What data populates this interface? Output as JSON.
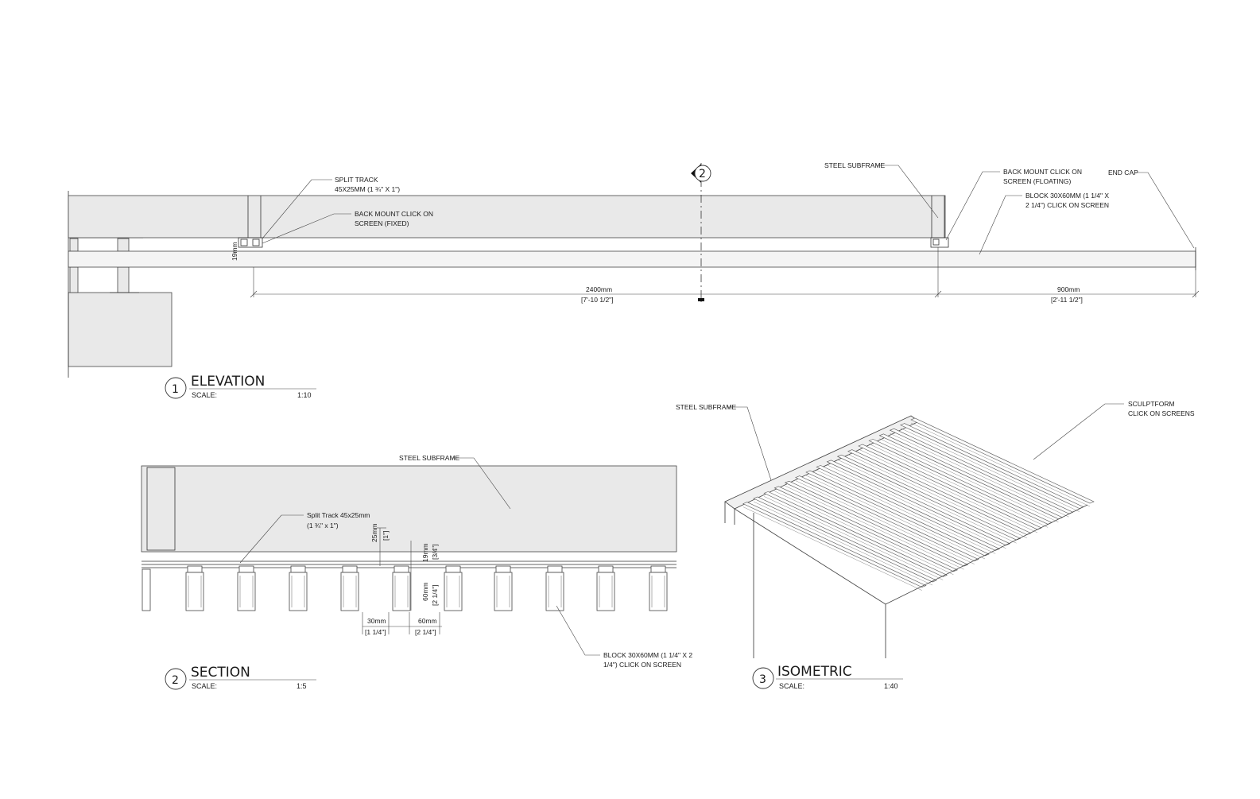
{
  "elevation": {
    "number": "1",
    "title": "ELEVATION",
    "scale_label": "SCALE:",
    "scale_value": "1:10",
    "notes": {
      "split_track_1": "SPLIT TRACK",
      "split_track_2": "45X25MM (1 ¾\" X 1\")",
      "back_mount_fixed_1": "BACK MOUNT CLICK ON",
      "back_mount_fixed_2": "SCREEN  (FIXED)",
      "steel_subframe": "STEEL SUBFRAME",
      "back_mount_floating_1": "BACK MOUNT CLICK ON",
      "back_mount_floating_2": "SCREEN  (FLOATING)",
      "block_1": "BLOCK 30X60MM (1 1/4\" X",
      "block_2": "2 1/4\") CLICK ON SCREEN",
      "end_cap": "END CAP"
    },
    "section_marker": "2",
    "dimensions": {
      "span_main_mm": "2400mm",
      "span_main_imp": "[7'-10 1/2\"]",
      "span_cantilever_mm": "900mm",
      "span_cantilever_imp": "[2'-11 1/2\"]"
    }
  },
  "section": {
    "number": "2",
    "title": "SECTION",
    "scale_label": "SCALE:",
    "scale_value": "1:5",
    "notes": {
      "steel_subframe": "STEEL SUBFRAME",
      "split_track_1": "Split Track 45x25mm",
      "split_track_2": "(1 ¾\" x 1\")",
      "block_1": "BLOCK 30X60MM (1 1/4\" X 2",
      "block_2": "1/4\") CLICK ON SCREEN"
    },
    "dimensions": {
      "h25_mm": "25mm",
      "h25_imp": "[1\"]",
      "h19_mm": "19mm",
      "h19_imp": "[3/4\"]",
      "h60_mm": "60mm",
      "h60_imp": "[2 1/4\"]",
      "w30_mm": "30mm",
      "w30_imp": "[1 1/4\"]",
      "w60_mm": "60mm",
      "w60_imp": "[2 1/4\"]"
    }
  },
  "isometric": {
    "number": "3",
    "title": "ISOMETRIC",
    "scale_label": "SCALE:",
    "scale_value": "1:40",
    "notes": {
      "steel_subframe": "STEEL SUBFRAME",
      "sculptform_1": "SCULPTFORM",
      "sculptform_2": "CLICK ON SCREENS"
    }
  }
}
